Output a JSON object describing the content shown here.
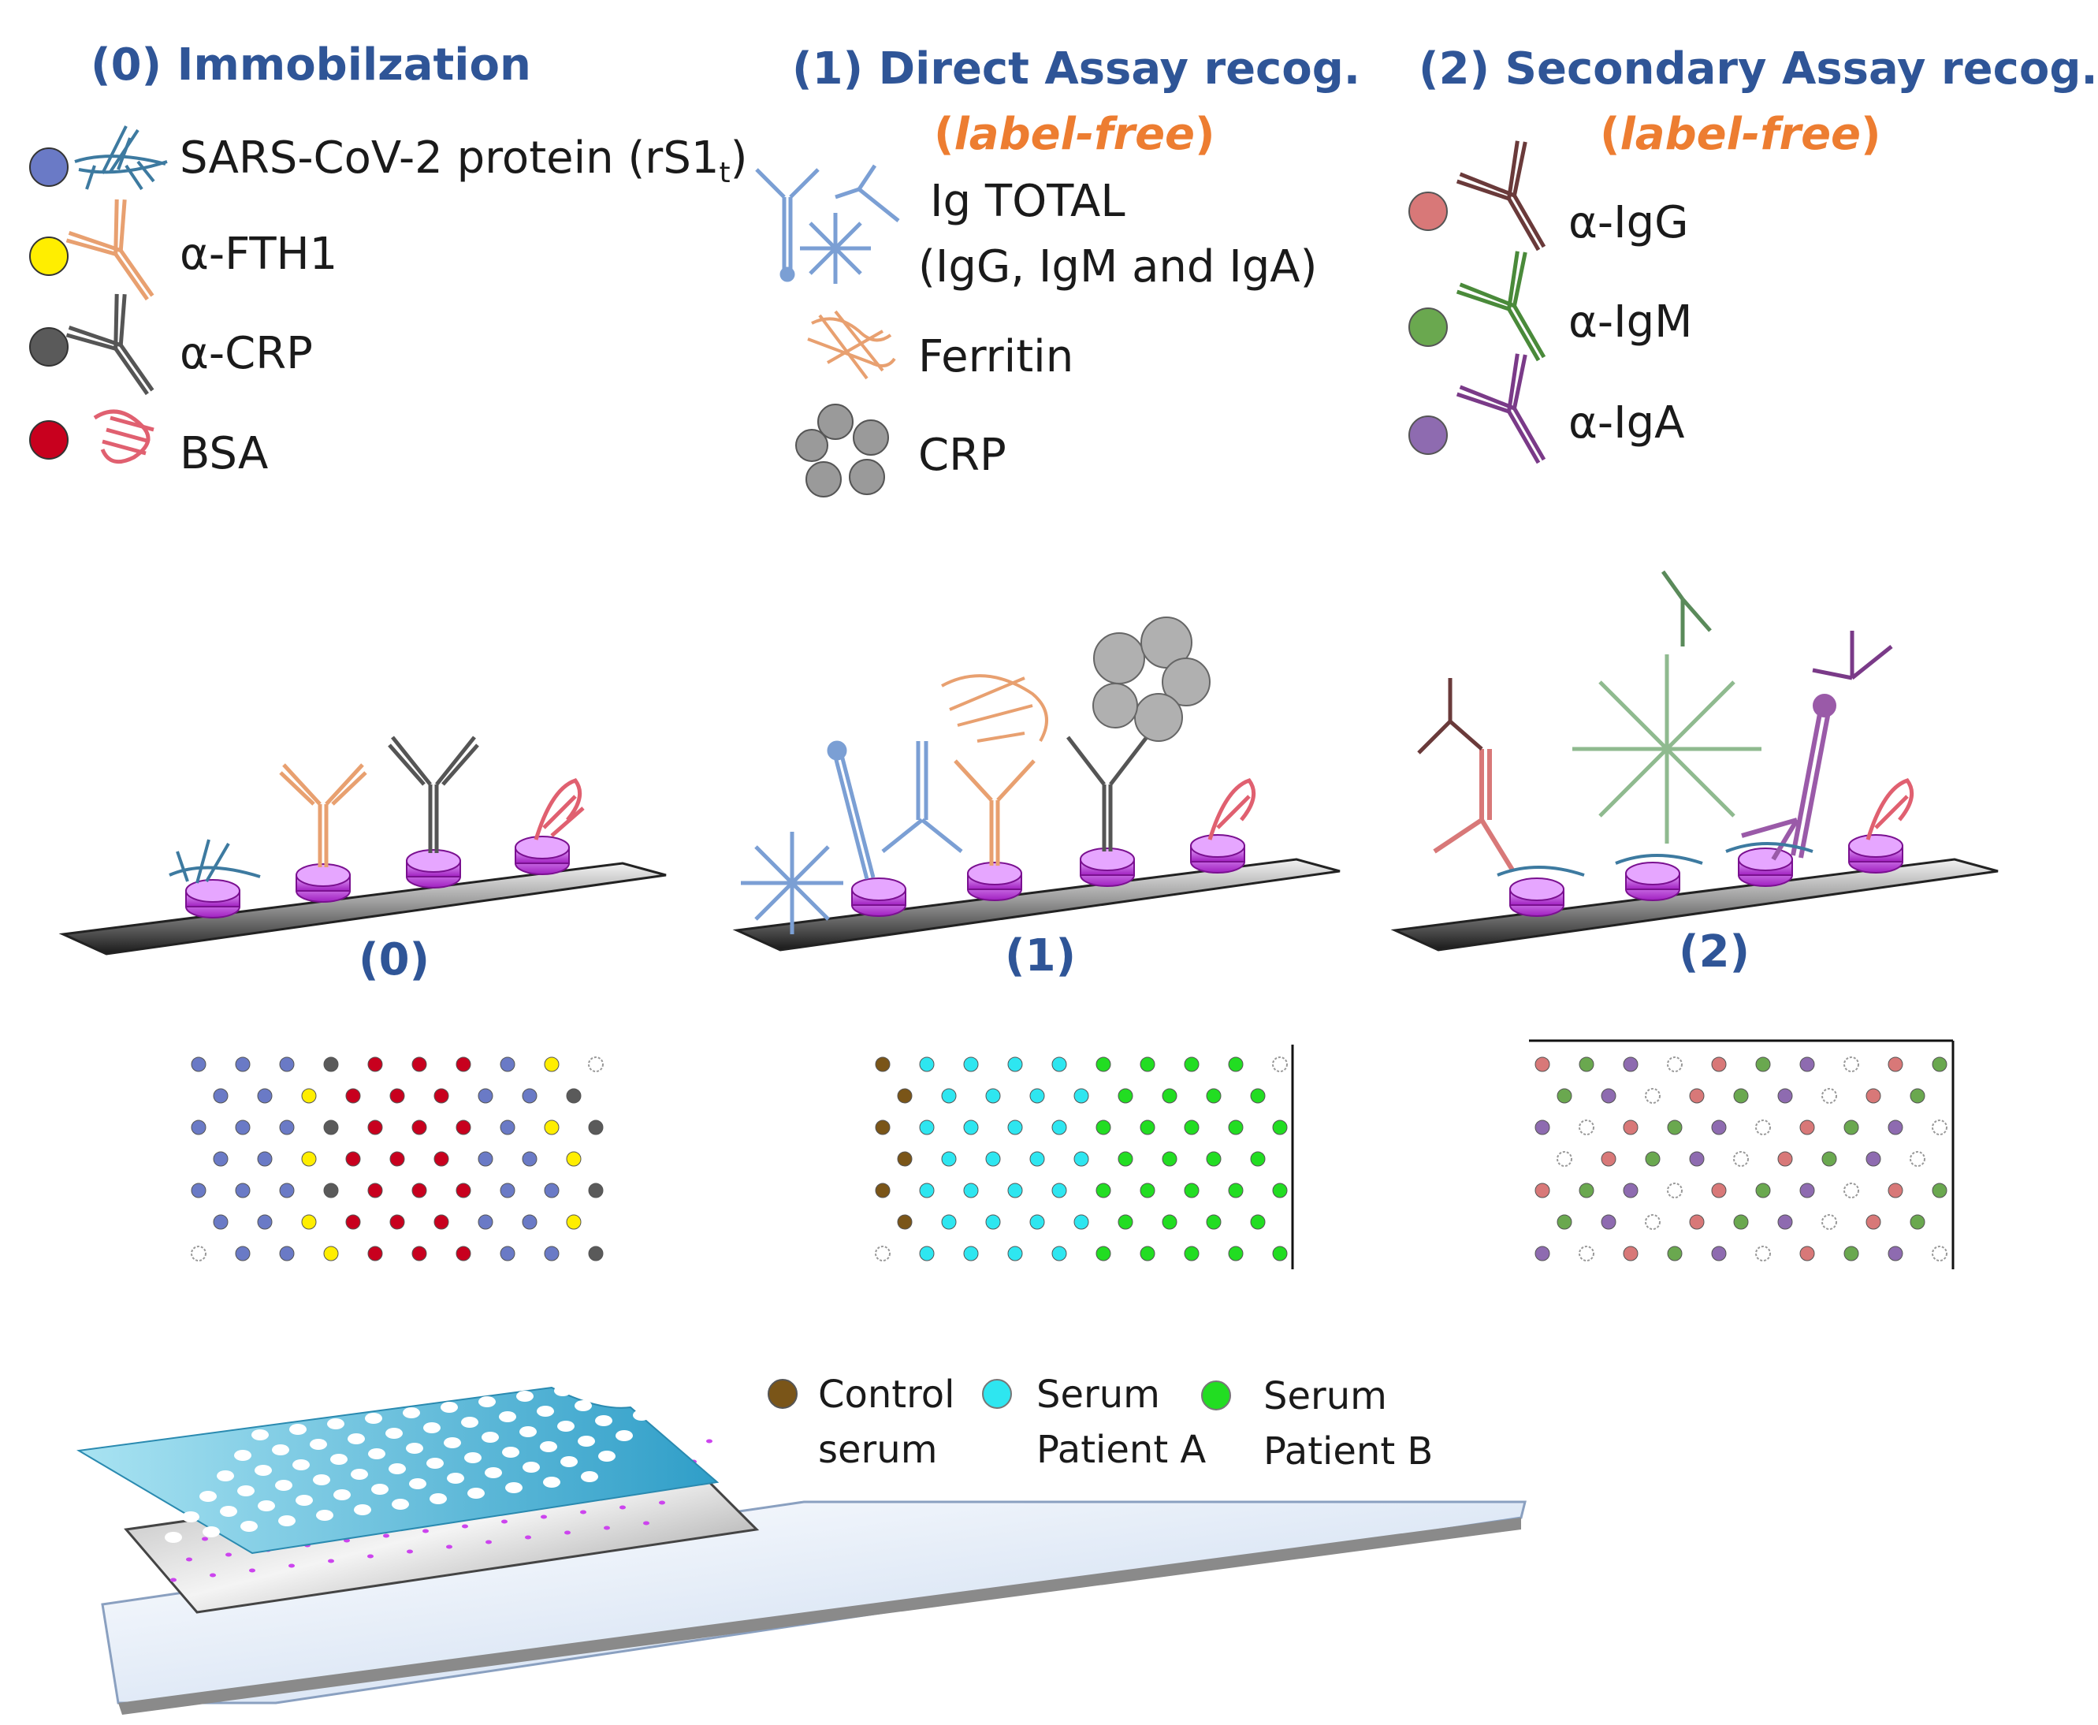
{
  "headers": {
    "immob": "(0) Immobilzation",
    "direct": "(1) Direct Assay recog.",
    "secondary": "(2) Secondary Assay recog.",
    "label_free_text": "label-free",
    "paren_open": "(",
    "paren_close": ")"
  },
  "immob_legend": {
    "sars": {
      "label": "SARS-CoV-2 protein (rS1",
      "subscript": "t",
      "suffix": ")",
      "color": "#6a7ac6"
    },
    "fth1": {
      "label": "α-FTH1",
      "color": "#ffee00"
    },
    "crp": {
      "label": "α-CRP",
      "color": "#5a5a5a"
    },
    "bsa": {
      "label": "BSA",
      "color": "#c8001e"
    }
  },
  "direct_legend": {
    "ig_line1": "Ig TOTAL",
    "ig_line2": "(IgG, IgM and IgA)",
    "ferritin": "Ferritin",
    "crp": "CRP"
  },
  "secondary_legend": {
    "igg": {
      "label": "α-IgG",
      "color": "#d87878"
    },
    "igm": {
      "label": "α-IgM",
      "color": "#6aa84f"
    },
    "iga": {
      "label": "α-IgA",
      "color": "#8e6bb0"
    }
  },
  "panels": {
    "p0": "(0)",
    "p1": "(1)",
    "p2": "(2)"
  },
  "serum_legend": {
    "control_line1": "Control",
    "control_line2": "serum",
    "control_color": "#7a5518",
    "a_line1": "Serum",
    "a_line2": "Patient A",
    "a_color": "#2ee6f0",
    "b_line1": "Serum",
    "b_line2": "Patient B",
    "b_color": "#22dd22"
  },
  "colors": {
    "title_blue": "#2f5597",
    "orange": "#ed7d31",
    "antibody_blue": "#7b9fd4",
    "antibody_orange": "#e8a070",
    "antibody_dark": "#555555",
    "igg_dark": "#6a3a3a",
    "igm_green": "#8fba8f",
    "iga_purple": "#9a5aa8",
    "pad_purple": "#cc44ee",
    "slide_cyan": "#3aaed6"
  },
  "icons": [
    "spike-protein-icon",
    "y-antibody-icon",
    "ferritin-ribbon-icon",
    "crp-pentamer-icon",
    "bsa-ribbon-icon",
    "igm-pentamer-icon"
  ]
}
